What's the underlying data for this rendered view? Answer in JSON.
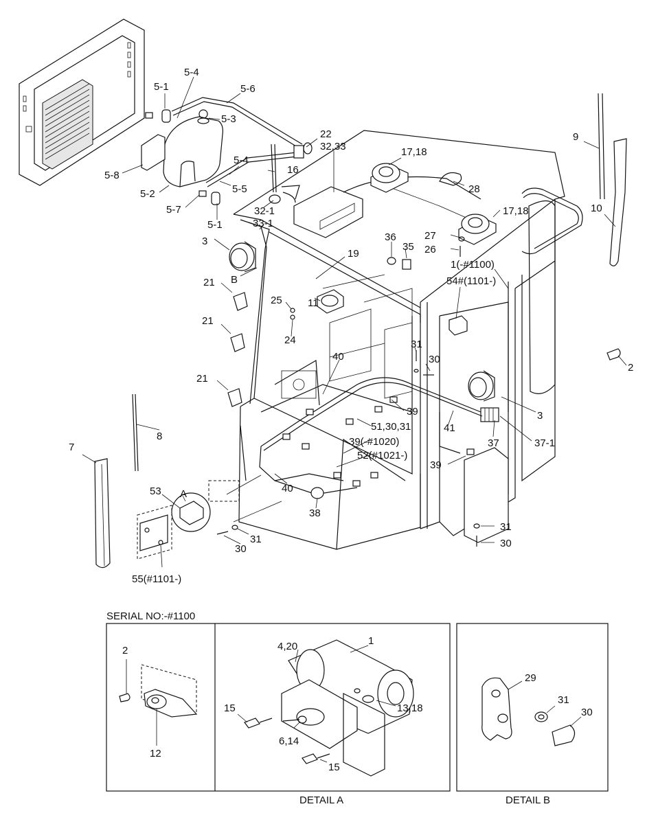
{
  "callouts": {
    "c5_1a": "5-1",
    "c5_4a": "5-4",
    "c5_6": "5-6",
    "c5_3": "5-3",
    "c22": "22",
    "c32_33": "32,33",
    "c17_18a": "17,18",
    "c9": "9",
    "c5_8": "5-8",
    "c5_4b": "5-4",
    "c16": "16",
    "c28": "28",
    "c5_2": "5-2",
    "c5_5": "5-5",
    "c10": "10",
    "c5_7": "5-7",
    "c32_1": "32-1",
    "c17_18b": "17,18",
    "c5_1b": "5-1",
    "c33_1": "33-1",
    "c27": "27",
    "c36": "36",
    "c35": "35",
    "c26": "26",
    "c3a": "3",
    "c19": "19",
    "c1_1100": "1(-#1100)",
    "cB": "B",
    "c54": "54#(1101-)",
    "c21a": "21",
    "c11": "11",
    "c25": "25",
    "c21b": "21",
    "c24": "24",
    "c31a": "31",
    "c2": "2",
    "c40a": "40",
    "c30a": "30",
    "c21c": "21",
    "c39a": "39",
    "c3b": "3",
    "c51": "51,30,31",
    "c41": "41",
    "c8": "8",
    "c39_1020": "39(-#1020)",
    "c37": "37",
    "c37_1": "37-1",
    "c7": "7",
    "c52": "52(#1021-)",
    "c39b": "39",
    "c53": "53",
    "cA": "A",
    "c40b": "40",
    "c38": "38",
    "c31b": "31",
    "c31c": "31",
    "c30b": "30",
    "c30c": "30",
    "c55": "55(#1101-)"
  },
  "serial": "SERIAL NO:-#1100",
  "detail_left": {
    "c2": "2",
    "c12": "12"
  },
  "detail_a": {
    "c4_20": "4,20",
    "c1": "1",
    "c15a": "15",
    "c13_18": "13,18",
    "c6_14": "6,14",
    "c15b": "15",
    "caption": "DETAIL A"
  },
  "detail_b": {
    "c29": "29",
    "c31": "31",
    "c30": "30",
    "caption": "DETAIL B"
  }
}
